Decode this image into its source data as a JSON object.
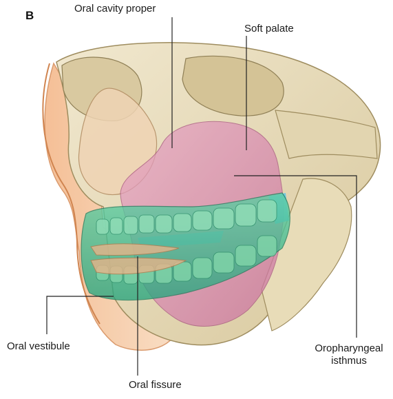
{
  "panel_letter": "B",
  "labels": {
    "oral_cavity_proper": "Oral cavity proper",
    "soft_palate": "Soft palate",
    "oral_vestibule": "Oral vestibule",
    "oropharyngeal_line1": "Oropharyngeal",
    "oropharyngeal_line2": "isthmus",
    "oral_fissure": "Oral fissure"
  },
  "colors": {
    "bone": "#eadfc2",
    "bone_shadow": "#c9b98f",
    "skin": "#f6caa4",
    "oral_cavity": "#d98cb3",
    "vestibule": "#3fbf95",
    "tooth": "#7fd3a8",
    "lip": "#e7b48a",
    "line": "#222222"
  }
}
